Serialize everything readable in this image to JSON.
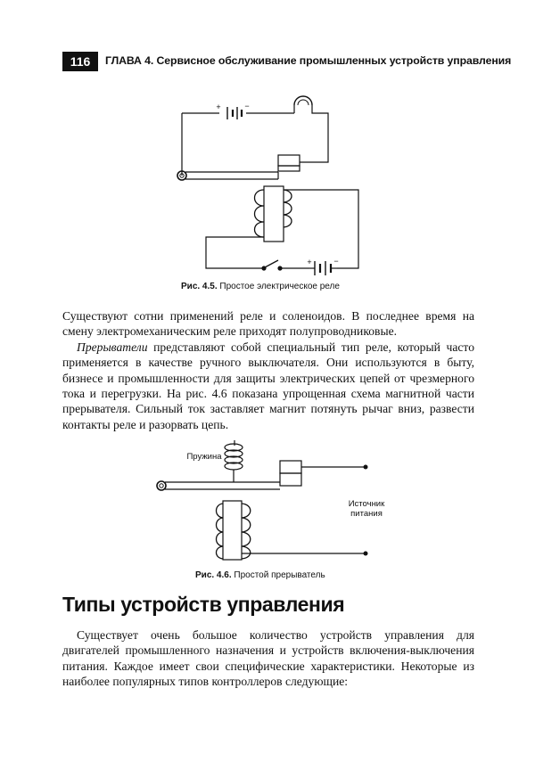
{
  "header": {
    "page_number": "116",
    "chapter_title": "ГЛАВА 4. Сервисное обслуживание промышленных устройств управления"
  },
  "figure_1": {
    "caption_label": "Рис. 4.5.",
    "caption_text": " Простое электрическое реле",
    "battery_plus": "+",
    "battery_minus": "−"
  },
  "paragraphs": {
    "p1": "Существуют сотни применений реле и соленоидов. В последнее время на смену электромеханическим реле приходят полупроводниковые.",
    "p2_term": "Прерыватели",
    "p2_rest": " представляют собой специальный тип реле, который часто применяется в качестве ручного выключателя. Они используются в быту, бизнесе и промышленности для защиты электрических цепей от чрезмерного тока и перегрузки. На рис. 4.6 показана упрощенная схема магнитной части прерывателя. Сильный ток заставляет магнит потянуть рычаг вниз, развести контакты реле и разорвать цепь."
  },
  "figure_2": {
    "caption_label": "Рис. 4.6.",
    "caption_text": " Простой прерыватель",
    "spring_label": "Пружина",
    "source_label_line1": "Источник",
    "source_label_line2": "питания"
  },
  "section": {
    "heading": "Типы устройств управления",
    "paragraph": "Существует очень большое количество устройств управления для двигателей промышленного назначения и устройств включения-выключения питания. Каждое имеет свои специфические характеристики. Некоторые из наиболее популярных типов контроллеров следующие:"
  }
}
